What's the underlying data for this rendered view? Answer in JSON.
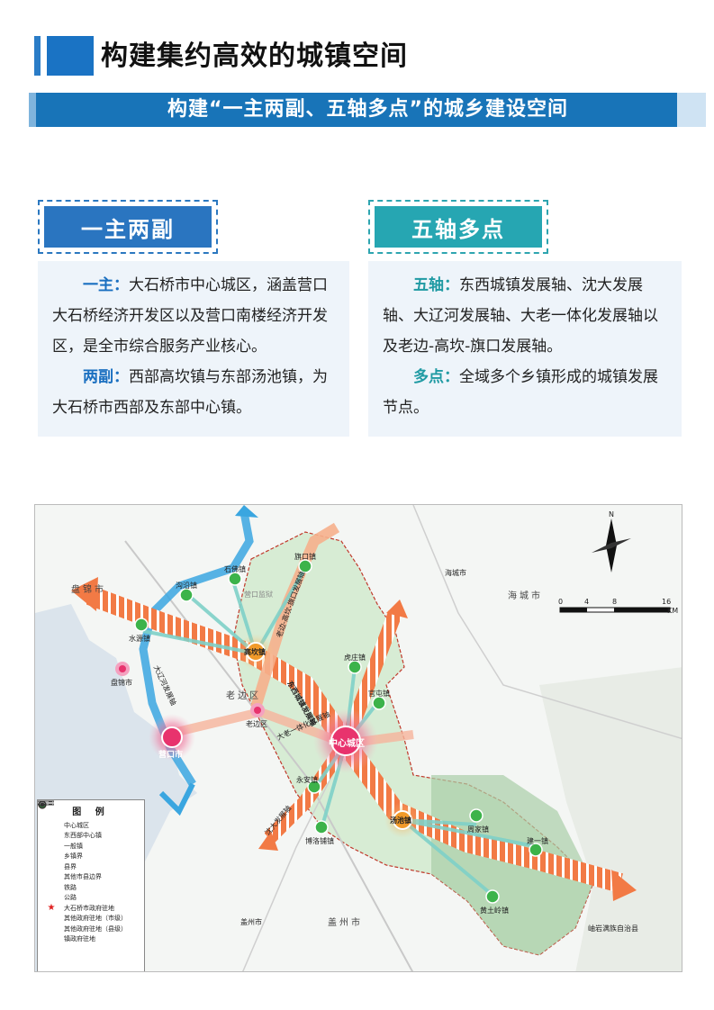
{
  "header": {
    "title": "构建集约高效的城镇空间"
  },
  "band": {
    "title": "构建“一主两副、五轴多点”的城乡建设空间"
  },
  "left": {
    "heading": "一主两副",
    "p1_key": "一主：",
    "p1_text": "大石桥市中心城区，涵盖营口大石桥经济开发区以及营口南楼经济开发区，是全市综合服务产业核心。",
    "p2_key": "两副：",
    "p2_text": "西部高坎镇与东部汤池镇，为大石桥市西部及东部中心镇。"
  },
  "right": {
    "heading": "五轴多点",
    "p1_key": "五轴：",
    "p1_text": "东西城镇发展轴、沈大发展轴、大辽河发展轴、大老一体化发展轴以及老边-高坎-旗口发展轴。",
    "p2_key": "多点：",
    "p2_text": "全域多个乡镇形成的城镇发展节点。"
  },
  "map": {
    "labels": {
      "panjin_city": "盘锦市",
      "haicheng_city": "海城市",
      "gaizhou_city": "盖州市",
      "laobian": "老边区",
      "panjin_node": "盘锦市",
      "yingkou": "营口市",
      "laobian_node": "老边区",
      "center": "中心城区",
      "gaokan": "高坎镇",
      "tangchi": "汤池镇",
      "shuiyuan": "水源镇",
      "goucheng": "沟沿镇",
      "shifo": "石佛镇",
      "qikou": "旗口镇",
      "hongqi": "营口监狱",
      "huzhuang": "虎庄镇",
      "guantun": "官屯镇",
      "yongan": "永安镇",
      "boluopu": "博洛铺镇",
      "zhoujia": "周家镇",
      "jianyi": "建一镇",
      "huangtuling": "黄土岭镇",
      "haicheng_pt": "海城市",
      "gaizhou_pt": "盖州市",
      "xiuyan": "岫岩满族自治县",
      "axis_east_west": "东西城镇发展轴",
      "axis_daliao": "大辽河发展轴",
      "axis_dalao": "大老一体化发展轴",
      "axis_laobian": "老边-高坎-旗口发展轴",
      "axis_shenda": "沈大发展轴"
    },
    "scale": {
      "t0": "0",
      "t1": "4",
      "t2": "8",
      "t3": "16",
      "unit": "KM"
    },
    "north": "N",
    "legend": {
      "title": "图 例",
      "items": [
        "中心城区",
        "东西部中心镇",
        "一般镇",
        "乡镇界",
        "县界",
        "其他市县边界",
        "铁路",
        "公路",
        "大石桥市政府驻地",
        "其他政府驻地（市级）",
        "其他政府驻地（县级）",
        "镇政府驻地"
      ]
    },
    "colors": {
      "axis": "#f2763f",
      "river": "#3aa6e0",
      "core": "#e8336d",
      "sub": "#f19a2a",
      "town": "#3cb34a"
    }
  }
}
